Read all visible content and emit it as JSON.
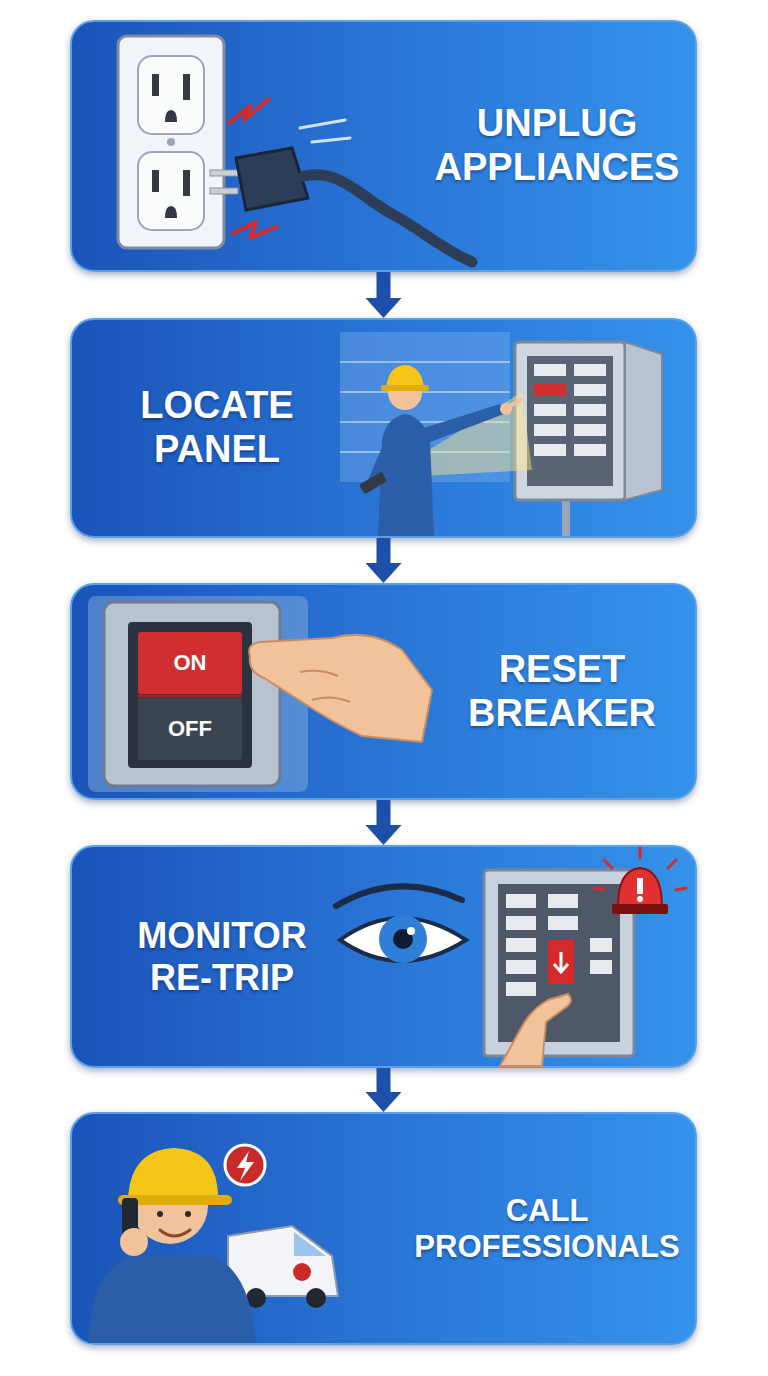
{
  "diagram": {
    "nodes": [
      {
        "text": [
          "UNPLUG APPLIANCES"
        ]
      },
      {
        "text": [
          "LOCATE PANEL"
        ]
      },
      {
        "text": [
          "RESET BREAKER"
        ]
      },
      {
        "text": [
          "MONITOR RE-TRIP"
        ]
      },
      {
        "text": [
          "CALL PROFESSIONALS"
        ]
      }
    ],
    "edges": [
      {
        "from": 0,
        "to": 1,
        "arrow": "to"
      },
      {
        "from": 1,
        "to": 2,
        "arrow": "to"
      },
      {
        "from": 2,
        "to": 3,
        "arrow": "to"
      },
      {
        "from": 3,
        "to": 4,
        "arrow": "to"
      }
    ],
    "labels": [
      "ON",
      "OFF"
    ]
  }
}
